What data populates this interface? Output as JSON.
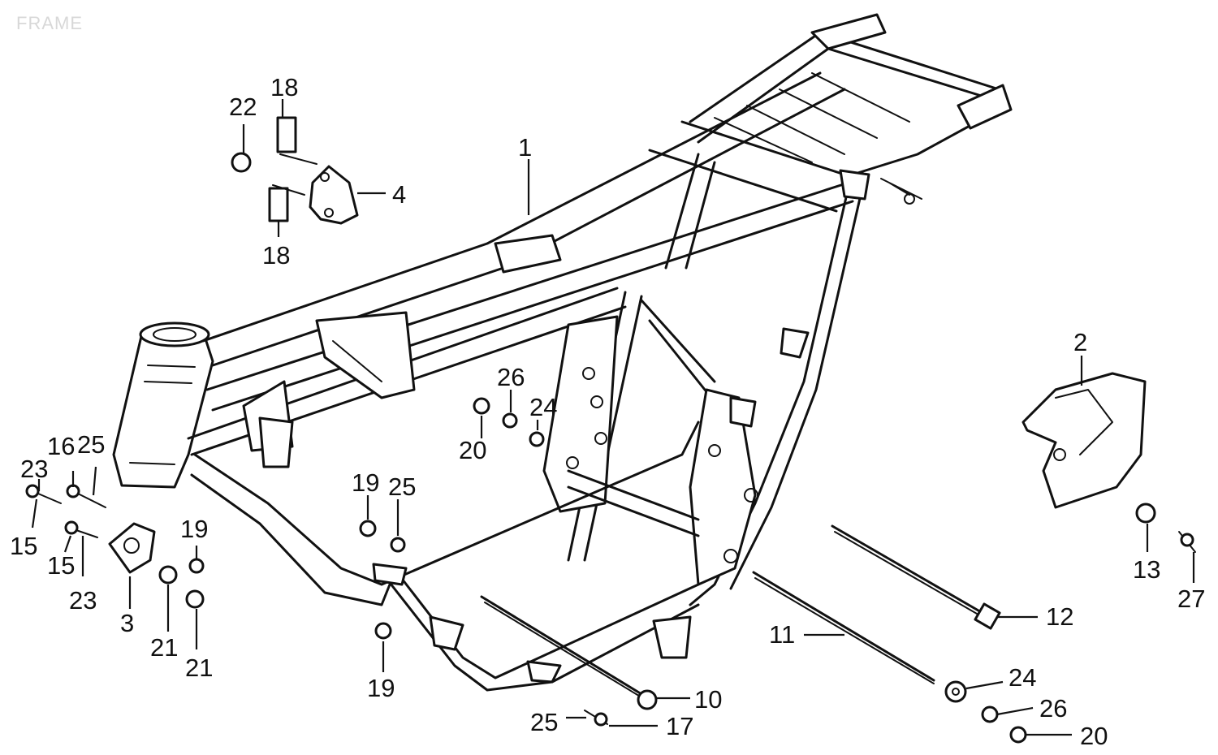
{
  "watermark": "FRAME",
  "callouts": {
    "c1": "1",
    "c2": "2",
    "c3": "3",
    "c4": "4",
    "c10": "10",
    "c11": "11",
    "c12": "12",
    "c13": "13",
    "c15a": "15",
    "c15b": "15",
    "c16": "16",
    "c17": "17",
    "c18a": "18",
    "c18b": "18",
    "c19a": "19",
    "c19b": "19",
    "c19c": "19",
    "c20a": "20",
    "c20b": "20",
    "c21a": "21",
    "c21b": "21",
    "c22": "22",
    "c23a": "23",
    "c23b": "23",
    "c24a": "24",
    "c24b": "24",
    "c25a": "25",
    "c25b": "25",
    "c25c": "25",
    "c26a": "26",
    "c26b": "26",
    "c27": "27"
  }
}
